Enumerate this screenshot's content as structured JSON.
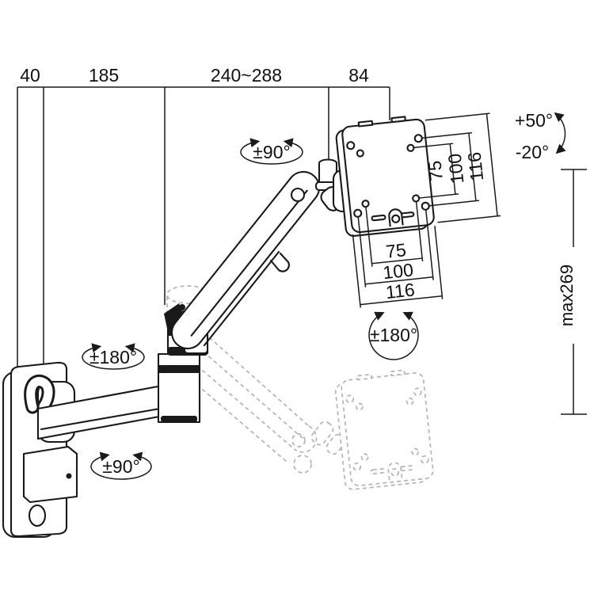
{
  "diagram": {
    "top_dimensions": [
      "40",
      "185",
      "240~288",
      "84"
    ],
    "tilt_range": {
      "up": "+50°",
      "down": "-20°"
    },
    "height_range": "max269",
    "rotations": {
      "head_swivel": "±90°",
      "arm_rotation": "±180°",
      "base_swivel": "±90°",
      "vesa_rotation": "±180°"
    },
    "vesa_vertical": [
      "75",
      "100",
      "116"
    ],
    "vesa_horizontal": [
      "75",
      "100",
      "116"
    ],
    "colors": {
      "line": "#1a1a1a",
      "ghost": "#b4b4b4",
      "background": "#ffffff"
    }
  }
}
